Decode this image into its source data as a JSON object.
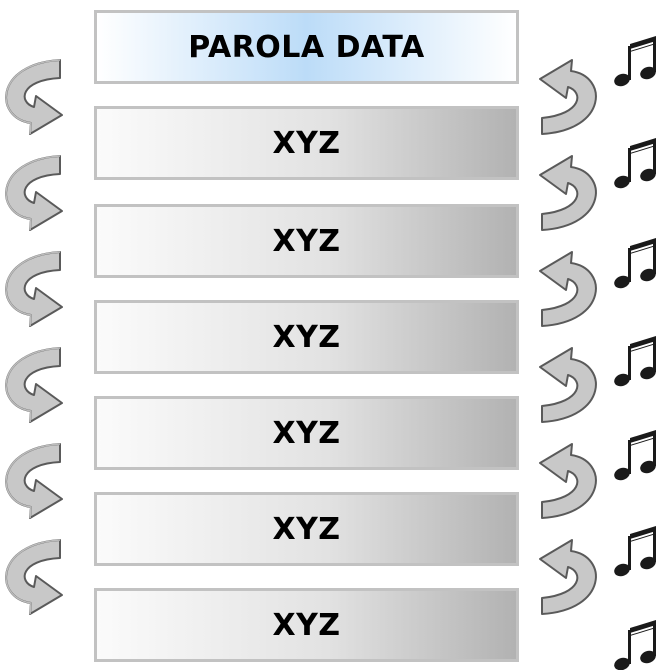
{
  "diagram": {
    "header": {
      "label": "PAROLA DATA"
    },
    "items": [
      {
        "label": "XYZ"
      },
      {
        "label": "XYZ"
      },
      {
        "label": "XYZ"
      },
      {
        "label": "XYZ"
      },
      {
        "label": "XYZ"
      },
      {
        "label": "XYZ"
      }
    ],
    "icons": {
      "left": "curved-arrow-icon",
      "right": "curved-arrow-icon",
      "note": "music-note-icon"
    },
    "colors": {
      "box_border": "#c2c2c2",
      "header_accent": "#bcdcf8",
      "arrow_fill": "#c8c8c8"
    }
  }
}
